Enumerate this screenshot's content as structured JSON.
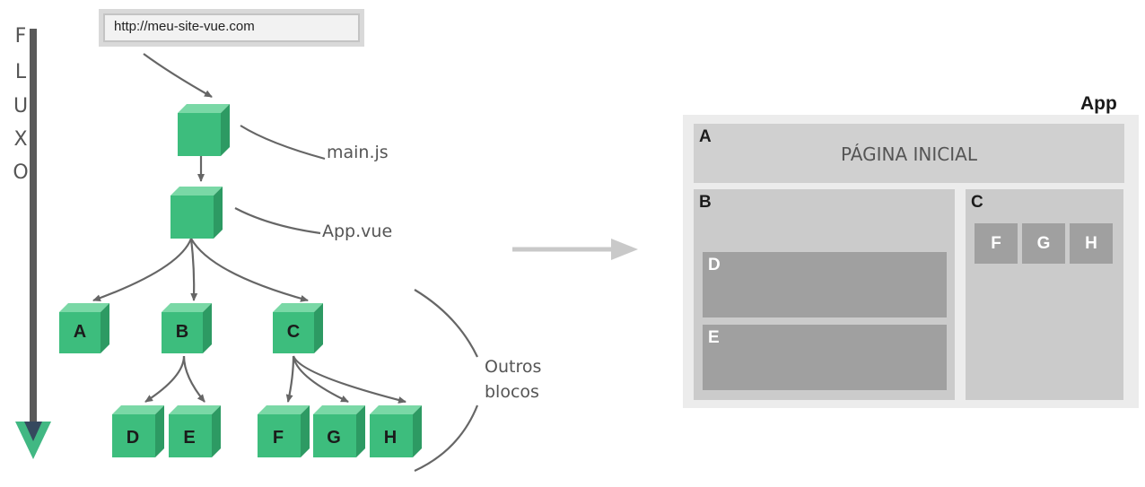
{
  "flow": {
    "letters": [
      "F",
      "L",
      "U",
      "X",
      "O"
    ],
    "url": "http://meu-site-vue.com",
    "main_label": "main.js",
    "app_label": "App.vue",
    "others_label_line1": "Outros",
    "others_label_line2": "blocos",
    "blocks": {
      "a": "A",
      "b": "B",
      "c": "C",
      "d": "D",
      "e": "E",
      "f": "F",
      "g": "G",
      "h": "H"
    }
  },
  "layout_mockup": {
    "app_title": "App",
    "region_a": {
      "letter": "A",
      "title": "PÁGINA INICIAL"
    },
    "region_b": {
      "letter": "B"
    },
    "region_c": {
      "letter": "C"
    },
    "region_d": {
      "letter": "D"
    },
    "region_e": {
      "letter": "E"
    },
    "mini_f": "F",
    "mini_g": "G",
    "mini_h": "H"
  },
  "colors": {
    "cube_front": "#3dbd7d",
    "cube_top": "#7ad8a6",
    "cube_side": "#2d9a63",
    "arrow": "#666666",
    "flow_arrow": "#555555",
    "vue_green": "#41b883",
    "vue_dark": "#35495e",
    "region_light": "#d0d0d0",
    "region_dark": "#a0a0a0"
  }
}
